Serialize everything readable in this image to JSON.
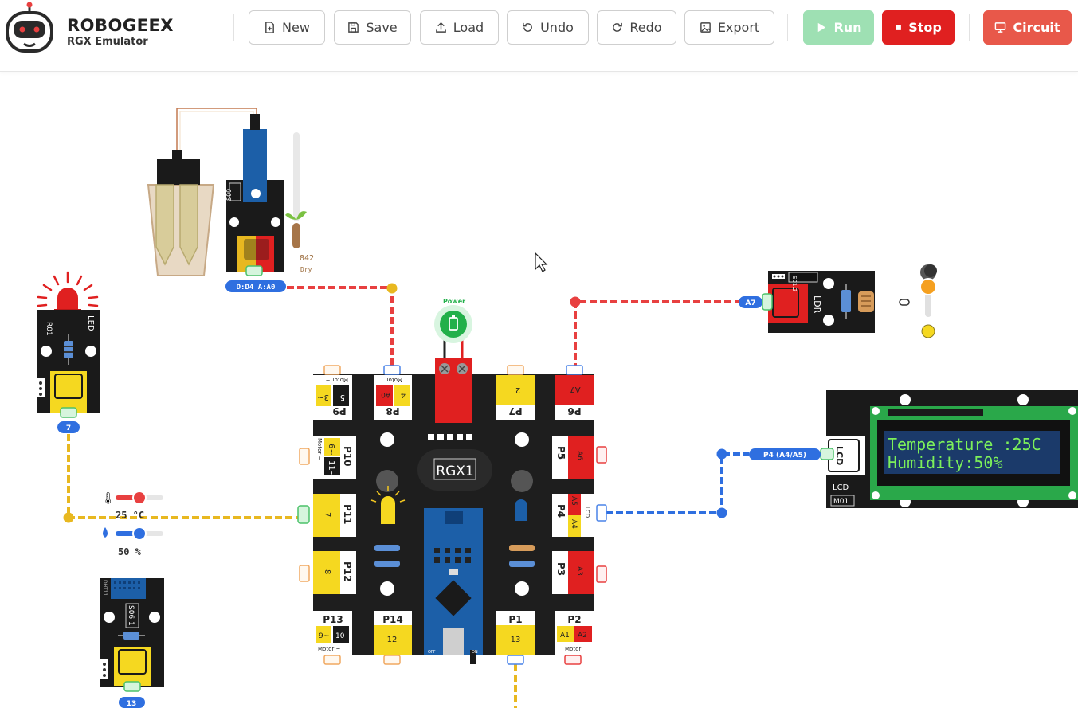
{
  "app": {
    "brand": "ROBOGEEX",
    "subtitle": "RGX Emulator"
  },
  "toolbar": {
    "new": "New",
    "save": "Save",
    "load": "Load",
    "undo": "Undo",
    "redo": "Redo",
    "export": "Export",
    "run": "Run",
    "stop": "Stop",
    "circuit": "Circuit"
  },
  "colors": {
    "red_wire": "#e84040",
    "blue_wire": "#2f6fe0",
    "yellow_wire": "#e8b820",
    "board": "#1e1e1e",
    "run": "#9ee0b3",
    "stop": "#e02020",
    "circuit": "#e8584a"
  },
  "soil_sensor": {
    "reading": "842",
    "state": "Dry",
    "code": "S09",
    "pins": "D:D4 A:A0"
  },
  "led": {
    "code": "R01",
    "label": "LED",
    "pin": "7"
  },
  "dht": {
    "code": "S06.1",
    "mark": "DHT11",
    "pin": "13",
    "temperature": "25 °C",
    "humidity": "50 %",
    "temperature_level": 0.5,
    "humidity_level": 0.5
  },
  "ldr": {
    "code": "S01.2",
    "label": "LDR",
    "pin": "A7"
  },
  "lcd": {
    "label": "LCD",
    "code": "M01",
    "pin": "P4 (A4/A5)",
    "line1": "Temperature :25C",
    "line2": "Humidity:50%"
  },
  "board": {
    "name": "RGX1",
    "power": "Power",
    "ports": {
      "p9": "P9",
      "p9_a": "5",
      "p9_b": "3~",
      "p9_motor": "Motor ~",
      "p8": "P8",
      "p8_a": "A0",
      "p8_b": "4",
      "p8_motor": "Motor",
      "p7": "P7",
      "p7_a": "2",
      "p6": "P6",
      "p6_a": "A7",
      "p10": "P10",
      "p10_a": "6~",
      "p10_b": "11~",
      "p10_motor": "Motor ~",
      "p5": "P5",
      "p5_a": "A6",
      "p11": "P11",
      "p11_a": "7",
      "p4": "P4",
      "p4_a": "A5",
      "p4_b": "A4",
      "p4_lcd": "LCD",
      "p12": "P12",
      "p12_a": "8",
      "p3": "P3",
      "p3_a": "A3",
      "p13": "P13",
      "p13_a": "9~",
      "p13_b": "10",
      "p13_motor": "Motor ~",
      "p14": "P14",
      "p14_a": "12",
      "p1": "P1",
      "p1_a": "13",
      "p2": "P2",
      "p2_a": "A1",
      "p2_b": "A2",
      "p2_motor": "Motor"
    },
    "nano_off": "OFF",
    "nano_on": "ON"
  }
}
